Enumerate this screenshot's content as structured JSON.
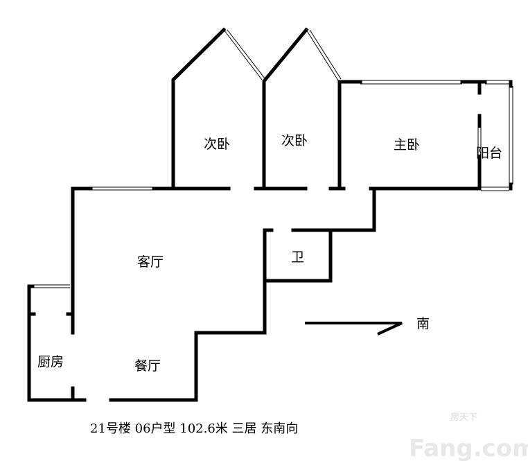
{
  "rooms": {
    "bedroom2a": "次卧",
    "bedroom2b": "次卧",
    "master": "主卧",
    "balcony": "阳台",
    "living": "客厅",
    "bath": "卫",
    "kitchen": "厨房",
    "dining": "餐厅"
  },
  "compass": {
    "label": "南"
  },
  "caption": "21号楼 06户型 102.6米 三居 东南向",
  "watermark": {
    "top": "房天下",
    "brand": "Fang.com"
  }
}
